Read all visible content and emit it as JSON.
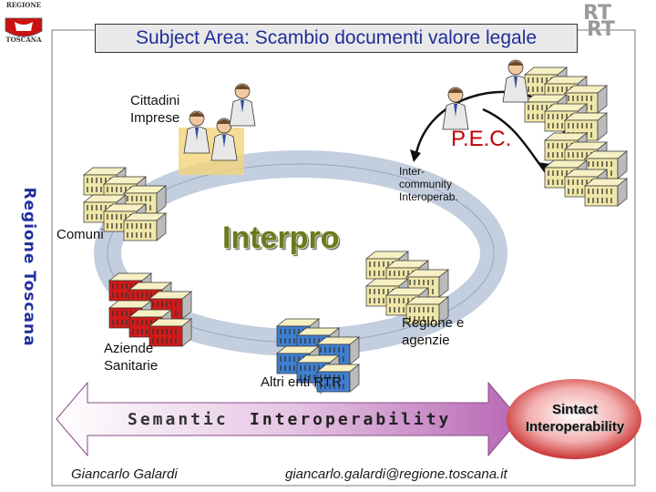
{
  "logo": {
    "line1": "REGIONE",
    "line2": "TOSCANA"
  },
  "title": "Subject Area: Scambio documenti valore legale",
  "corner_mark": {
    "line1": "RT",
    "line2": "RT"
  },
  "vertical_label": "Regione Toscana",
  "labels": {
    "citizens": "Cittadini",
    "businesses": "Imprese",
    "pec": "P.E.C.",
    "intercommunity_1": "Inter-",
    "intercommunity_2": "community",
    "intercommunity_3": "Interoperab.",
    "municipalities": "Comuni",
    "interpro": "Interpro",
    "health_1": "Aziende",
    "health_2": "Sanitarie",
    "region_1": "Regione e",
    "region_2": "agenzie",
    "other": "Altri enti RTR"
  },
  "arrow": {
    "left": "Semantic",
    "right": "Interoperability"
  },
  "badge": {
    "line1": "Sintact",
    "line2": "Interoperability"
  },
  "footer": {
    "author": "Giancarlo Galardi",
    "email": "giancarlo.galardi@regione.toscana.it"
  },
  "colors": {
    "title_text": "#1f2f9a",
    "pec": "#c00000",
    "cycle": "#c3cedf",
    "building_beige": "#efe6a8",
    "building_red": "#d11a1a",
    "building_blue": "#3f7fd0",
    "arrow_fill": "#c57cc2",
    "badge_fill": "#c01818",
    "interpro": "#6a7a1f"
  }
}
